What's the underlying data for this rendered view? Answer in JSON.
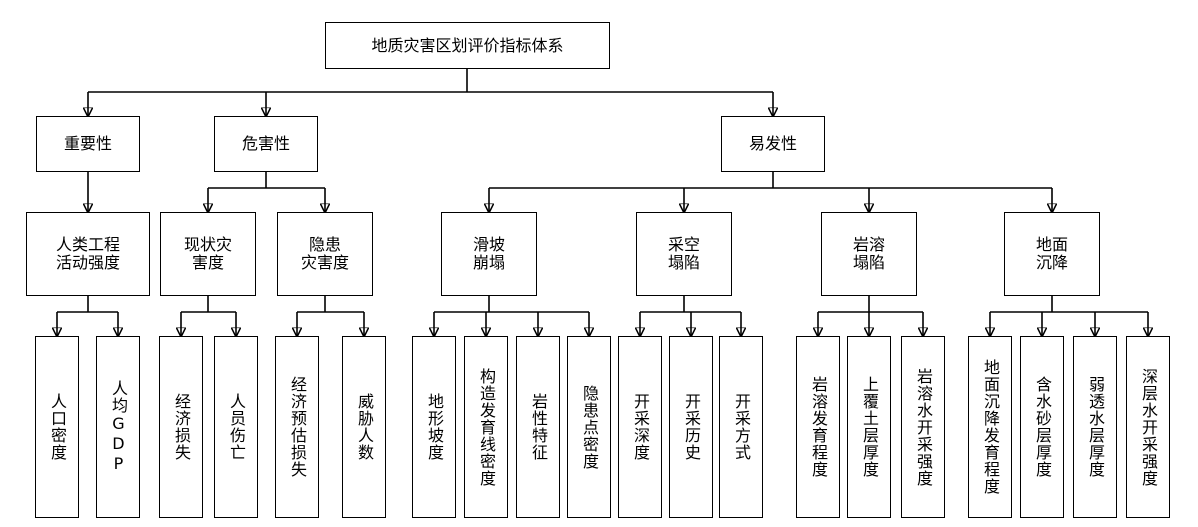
{
  "title": "地质灾害区划评价指标体系",
  "level1": [
    {
      "id": "importance",
      "label": "重要性"
    },
    {
      "id": "hazard",
      "label": "危害性"
    },
    {
      "id": "susceptibility",
      "label": "易发性"
    }
  ],
  "level2": [
    {
      "id": "human-eng",
      "label": "人类工程\n活动强度"
    },
    {
      "id": "current-disaster",
      "label": "现状灾\n害度"
    },
    {
      "id": "hidden-disaster",
      "label": "隐患\n灾害度"
    },
    {
      "id": "landslide",
      "label": "滑坡\n崩塌"
    },
    {
      "id": "mined-out",
      "label": "采空\n塌陷"
    },
    {
      "id": "karst",
      "label": "岩溶\n塌陷"
    },
    {
      "id": "subsidence",
      "label": "地面\n沉降"
    }
  ],
  "level3": [
    {
      "id": "pop-density",
      "label": "人口密度"
    },
    {
      "id": "gdp-per-capita",
      "label": "人均GDP"
    },
    {
      "id": "economic-loss",
      "label": "经济损失"
    },
    {
      "id": "casualties",
      "label": "人员伤亡"
    },
    {
      "id": "estimated-loss",
      "label": "经济预估损失"
    },
    {
      "id": "threatened-people",
      "label": "威胁人数"
    },
    {
      "id": "terrain-slope",
      "label": "地形坡度"
    },
    {
      "id": "fault-density",
      "label": "构造发育线密度"
    },
    {
      "id": "lithology",
      "label": "岩性特征"
    },
    {
      "id": "hidden-point-density",
      "label": "隐患点密度"
    },
    {
      "id": "mining-depth",
      "label": "开采深度"
    },
    {
      "id": "mining-history",
      "label": "开采历史"
    },
    {
      "id": "mining-method",
      "label": "开采方式"
    },
    {
      "id": "karst-development",
      "label": "岩溶发育程度"
    },
    {
      "id": "overburden-thickness",
      "label": "上覆土层厚度"
    },
    {
      "id": "karst-water-intensity",
      "label": "岩溶水开采强度"
    },
    {
      "id": "subsidence-development",
      "label": "地面沉降发育程度"
    },
    {
      "id": "aquifer-sand-thickness",
      "label": "含水砂层厚度"
    },
    {
      "id": "aquitard-thickness",
      "label": "弱透水层厚度"
    },
    {
      "id": "deep-water-intensity",
      "label": "深层水开采强度"
    }
  ]
}
